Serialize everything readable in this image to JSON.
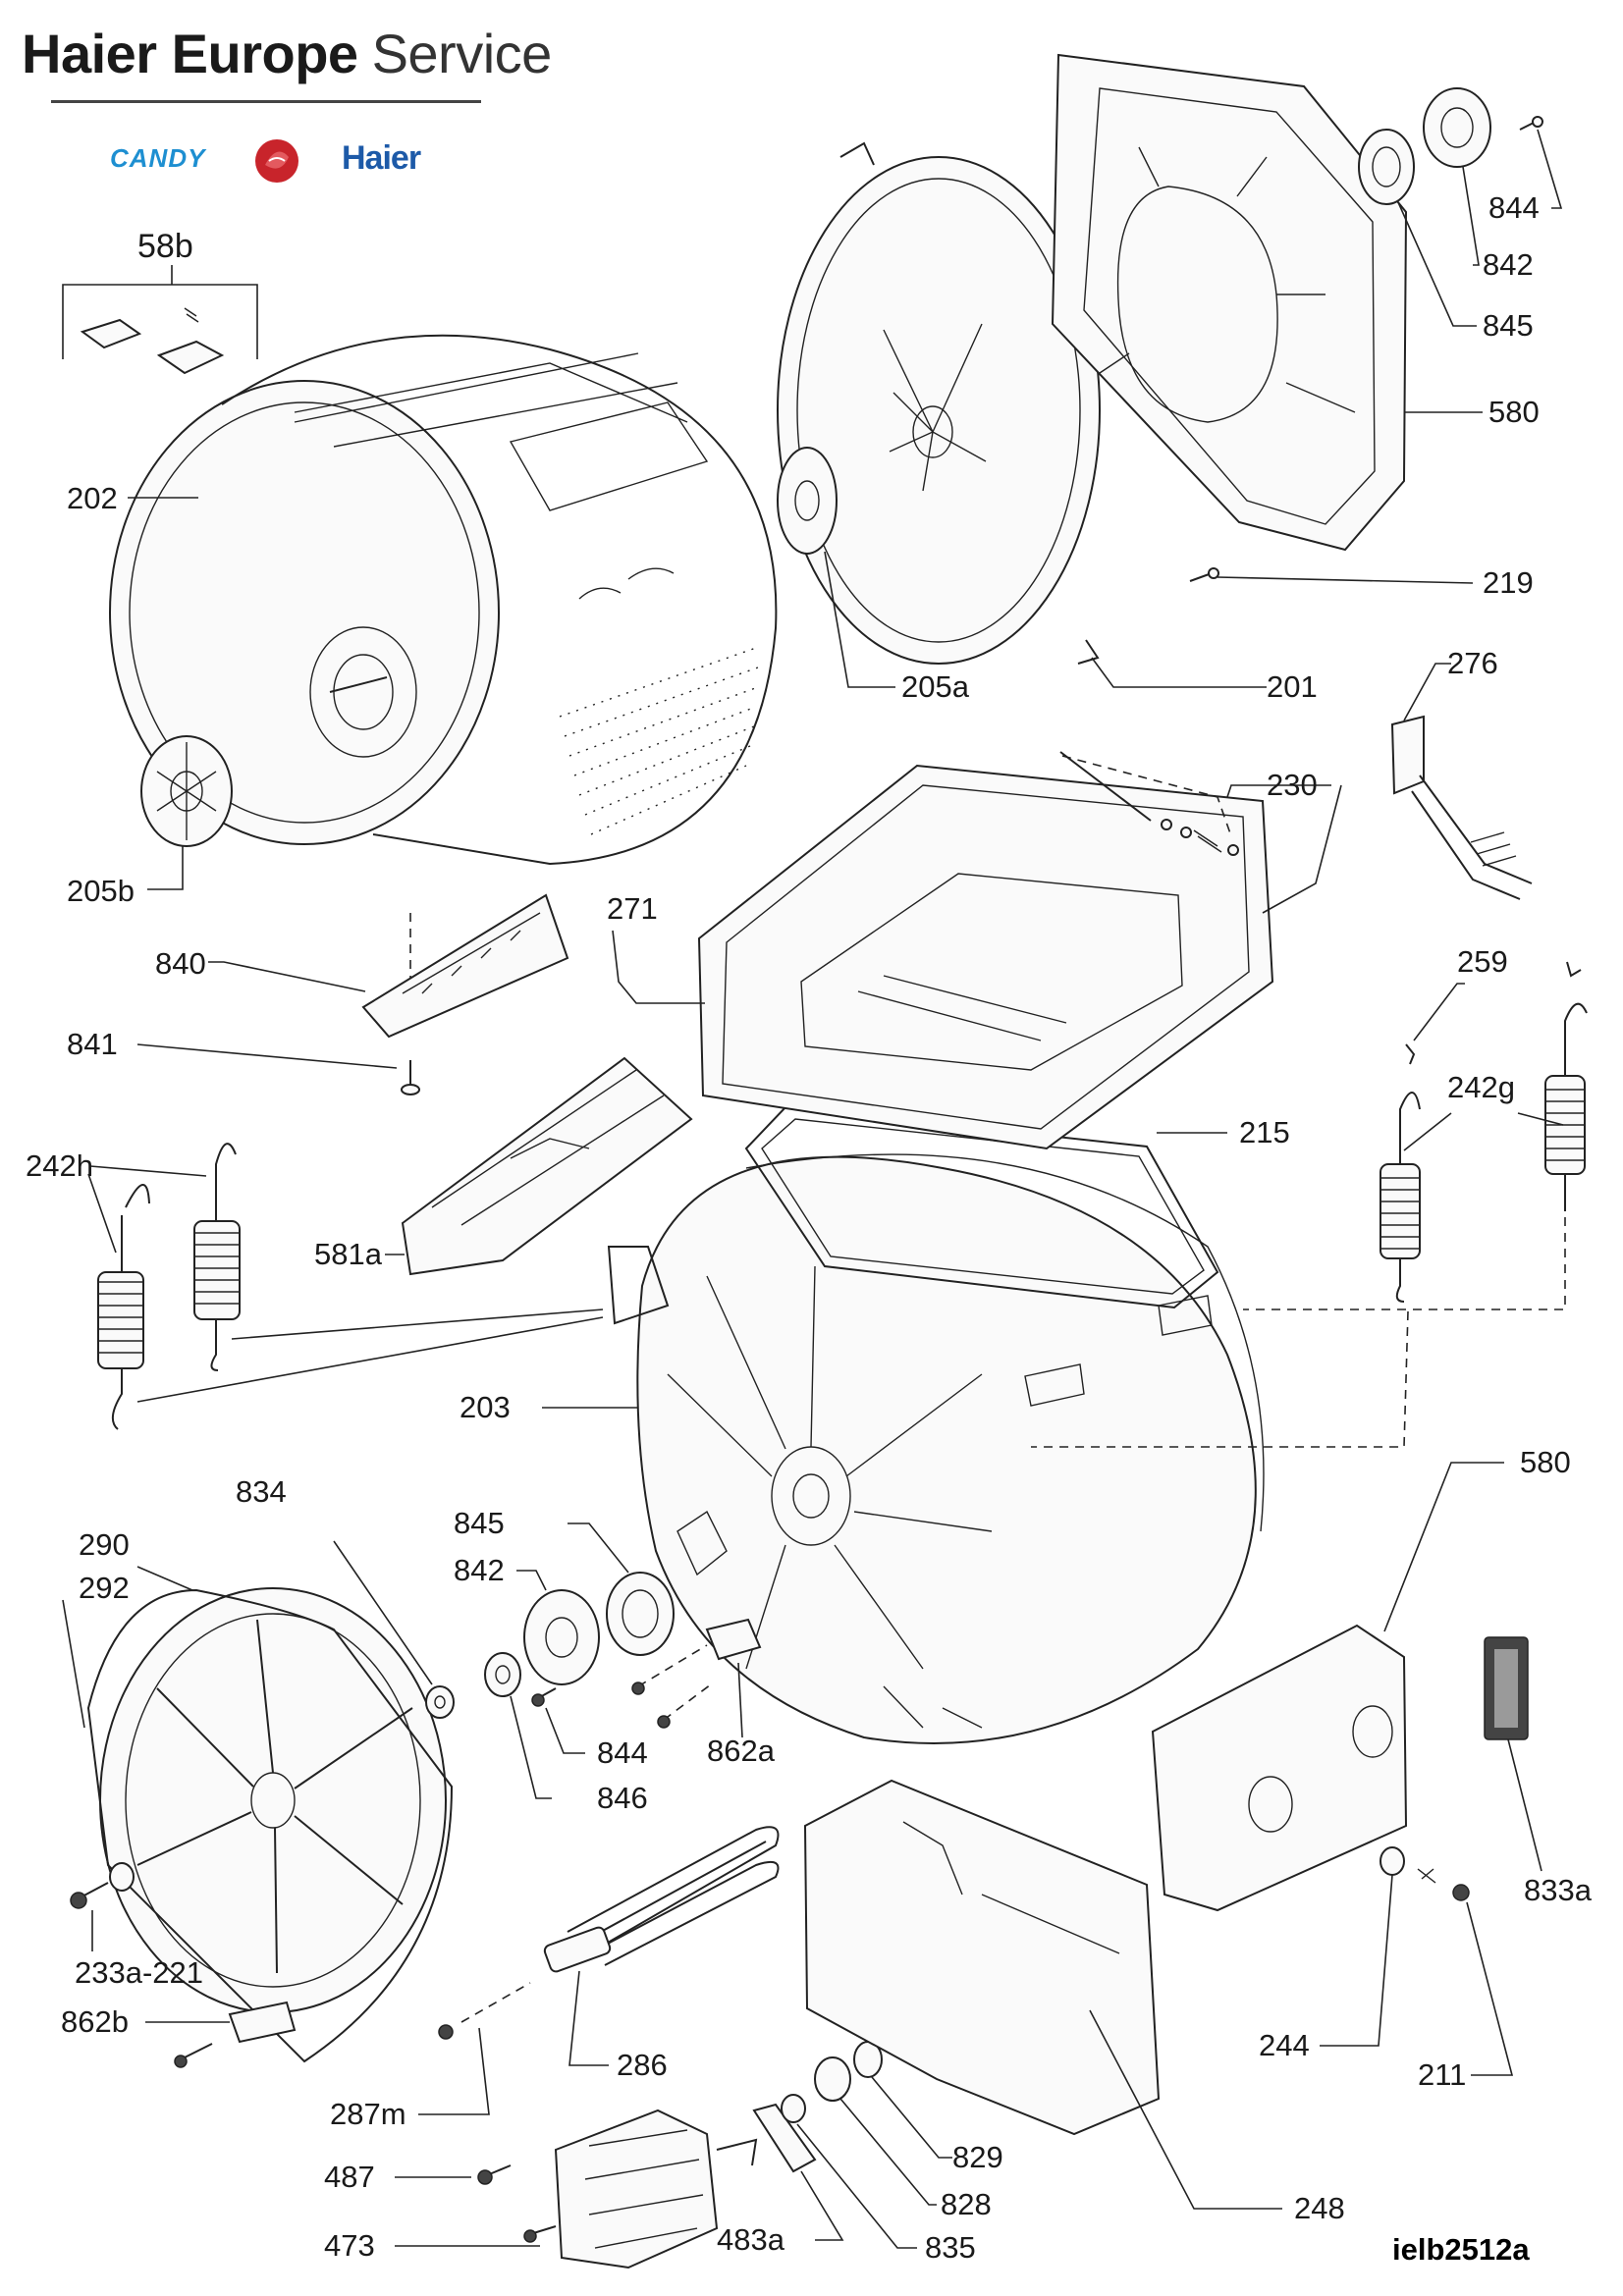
{
  "header": {
    "brand_bold": "Haier Europe",
    "brand_light": "Service",
    "logos": {
      "candy": "CANDY",
      "haier": "Haier",
      "hoover_mark": "Hoover"
    }
  },
  "diagram": {
    "code": "ielb2512a",
    "group_label": "58b",
    "callouts": {
      "p202": "202",
      "p205b": "205b",
      "p840": "840",
      "p841": "841",
      "p242h": "242h",
      "p581a": "581a",
      "p203": "203",
      "p834": "834",
      "p290": "290",
      "p292": "292",
      "p845b": "845",
      "p842b": "842",
      "p844b": "844",
      "p846": "846",
      "p862a": "862a",
      "p233a": "233a-221",
      "p862b": "862b",
      "p287m": "287m",
      "p286": "286",
      "p487": "487",
      "p473": "473",
      "p483a": "483a",
      "p835": "835",
      "p828": "828",
      "p829": "829",
      "p248": "248",
      "p244": "244",
      "p211": "211",
      "p833a": "833a",
      "p580b": "580",
      "p242g": "242g",
      "p259": "259",
      "p215": "215",
      "p271": "271",
      "p230": "230",
      "p276": "276",
      "p201": "201",
      "p205a": "205a",
      "p219": "219",
      "p580a": "580",
      "p845a": "845",
      "p842a": "842",
      "p844a": "844"
    }
  }
}
